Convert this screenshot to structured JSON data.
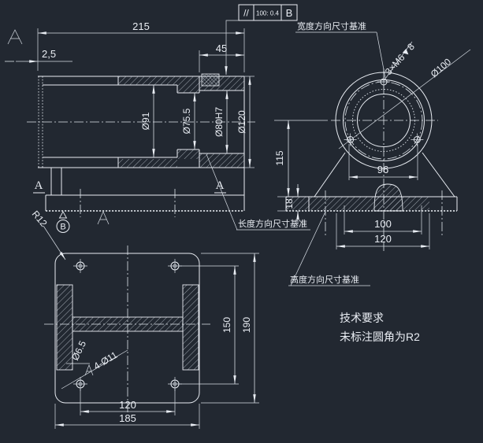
{
  "canvas": {
    "background": "#222831",
    "line_color": "#e9edf3"
  },
  "tolerance_frame": {
    "symbol": "//",
    "value": "100: 0.4",
    "datum": "B"
  },
  "annotations": {
    "width_datum_label": "宽度方向尺寸基准",
    "length_datum_label": "长度方向尺寸基准",
    "height_datum_label": "高度方向尺寸基准",
    "tech_title": "技术要求",
    "tech_note": "未标注圆角为R2",
    "thread_callout": "3×M6▼8",
    "bolt_circle_callout": "Ø100",
    "fillet_callout": "R12",
    "hole_dia_callout": "Ø6.5",
    "hole_count_callout": "4-Ø11"
  },
  "front_view": {
    "dims": {
      "length": "215",
      "flange": "45",
      "wall": "2,5",
      "bore_91": "Ø91",
      "bore_75_5": "Ø75.5",
      "bore_80h7": "Ø80H7",
      "od_120": "Ø120"
    },
    "section_left": "A",
    "section_right": "A",
    "datum": "B"
  },
  "side_view": {
    "dims": {
      "holes_span": "96",
      "height": "115",
      "base_height": "18",
      "slot": "100",
      "base_width": "120"
    }
  },
  "bottom_view": {
    "dims": {
      "holes_x": "120",
      "width": "185",
      "holes_y": "150",
      "height": "190"
    }
  }
}
